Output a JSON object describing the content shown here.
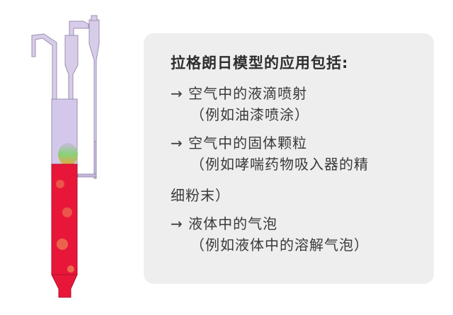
{
  "figure": {
    "description": "CFD simulation of a riser/cyclone reactor with particle concentration coloring",
    "colors": {
      "dense": "#e8173a",
      "dilute": "#c7b8e0",
      "mid": "#7fd36b",
      "outline": "#9a8fb0"
    }
  },
  "card": {
    "title": "拉格朗日模型的应用包括:",
    "items": [
      {
        "arrow": "→",
        "text": "空气中的液滴喷射",
        "example": "（例如油漆喷涂）"
      },
      {
        "arrow": "→",
        "text": "空气中的固体颗粒",
        "example": "（例如哮喘药物吸入器的精",
        "continuation": "细粉末）"
      },
      {
        "arrow": "→",
        "text": "液体中的气泡",
        "example": "（例如液体中的溶解气泡）"
      }
    ]
  }
}
